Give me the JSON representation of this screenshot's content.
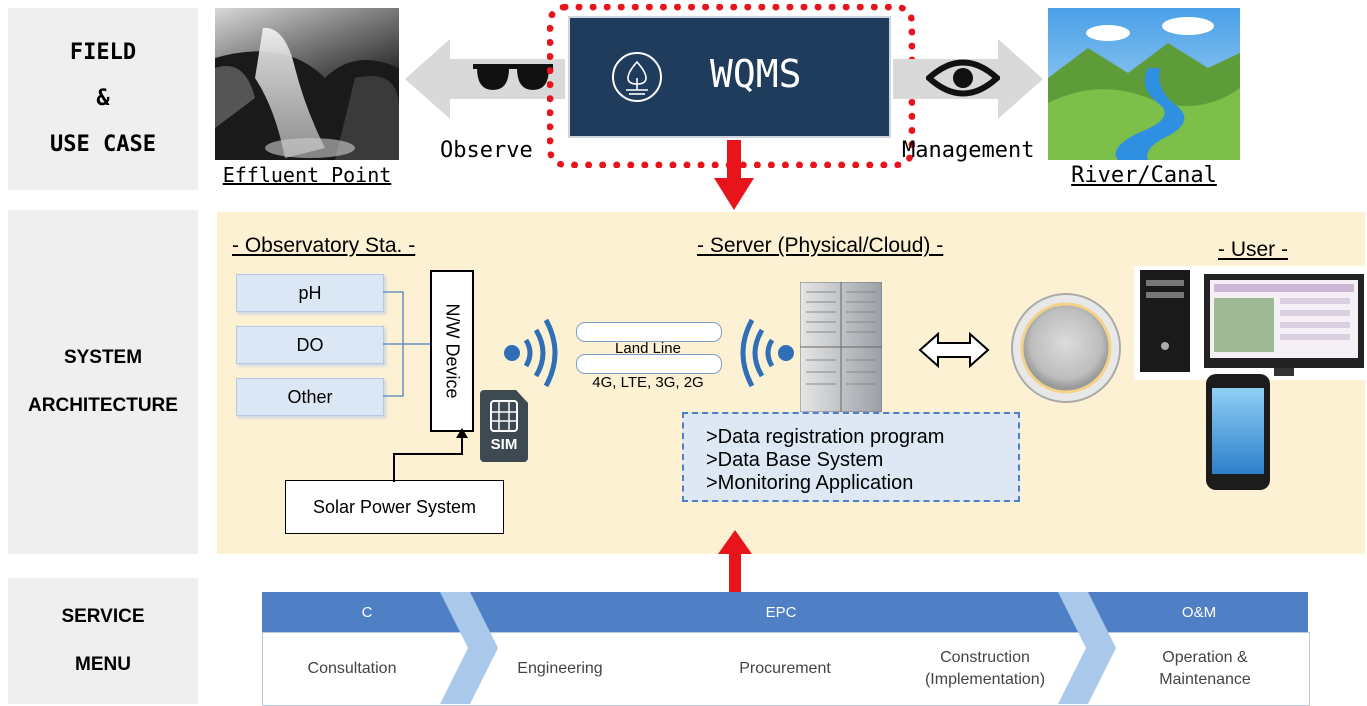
{
  "side_labels": {
    "field": [
      "FIELD",
      "&",
      "USE CASE"
    ],
    "system": [
      "SYSTEM",
      "ARCHITECTURE"
    ],
    "service": [
      "SERVICE",
      "MENU"
    ]
  },
  "top": {
    "effluent_caption": "Effluent Point",
    "observe_label": "Observe",
    "wqms_title": "WQMS",
    "management_label": "Management",
    "river_caption": "River/Canal"
  },
  "architecture": {
    "station_title": "- Observatory Sta. -",
    "server_title": "- Server (Physical/Cloud) -",
    "user_title": "- User -",
    "sensors": [
      "pH",
      "DO",
      "Other"
    ],
    "nw_device": "N/W Device",
    "sim_label": "SIM",
    "land_line": "Land Line",
    "wireless": "4G, LTE, 3G, 2G",
    "solar": "Solar Power System",
    "server_items": [
      ">Data registration program",
      ">Data Base System",
      ">Monitoring Application"
    ]
  },
  "service": {
    "phases": [
      "C",
      "EPC",
      "O&M"
    ],
    "steps": [
      "Consultation",
      "Engineering",
      "Procurement",
      "Construction\n(Implementation)",
      "Operation &\nMaintenance"
    ]
  },
  "colors": {
    "wqms_box": "#1f3c5c",
    "arch_bg": "#fdf1d4",
    "accent_red": "#e8141c",
    "service_blue": "#4f7fc4",
    "chevron": "#a9c8ea"
  }
}
